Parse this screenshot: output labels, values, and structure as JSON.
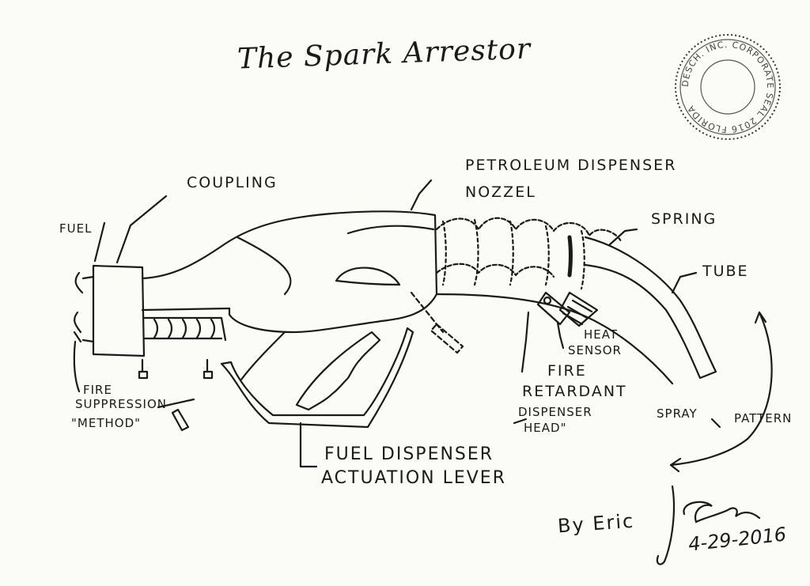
{
  "title": "The Spark Arrestor",
  "labels": {
    "coupling": "COUPLING",
    "fuel": "FUEL",
    "petroleum_line1": "PETROLEUM DISPENSER",
    "petroleum_line2": "NOZZEL",
    "spring": "SPRING",
    "tube": "TUBE",
    "heat_line1": "HEAT",
    "heat_line2": "SENSOR",
    "fire_retardant_line1": "FIRE",
    "fire_retardant_line2": "RETARDANT",
    "dispenser_head_line1": "DISPENSER",
    "dispenser_head_line2": "HEAD\"",
    "fire_supp_line1": "FIRE",
    "fire_supp_line2": "SUPPRESSION",
    "fire_supp_line3": "\"METHOD\"",
    "spray": "SPRAY",
    "pattern": "PATTERN",
    "lever_line1": "FUEL DISPENSER",
    "lever_line2": "ACTUATION LEVER"
  },
  "signature": {
    "by": "By Eric",
    "date": "4-29-2016"
  },
  "seal": {
    "text": "DESCH. INC. CORPORATE SEAL 2016 FLORIDA"
  }
}
